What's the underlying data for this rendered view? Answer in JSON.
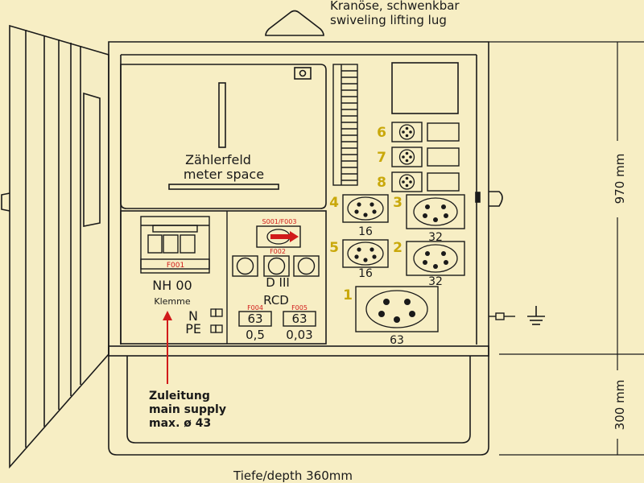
{
  "colors": {
    "background": "#f7eec4",
    "line": "#1a1a1a",
    "accent_red": "#d11a1a",
    "socket_number": "#c9a80a",
    "panel_fill": "#f5edc4"
  },
  "lug": {
    "label_de": "Kranöse, schwenkbar",
    "label_en": "swiveling lifting lug"
  },
  "meter": {
    "label_de": "Zählerfeld",
    "label_en": "meter space"
  },
  "main_fuse": {
    "fuse_code": "F001",
    "name": "NH 00",
    "terminal_label": "Klemme",
    "n_label": "N",
    "pe_label": "PE"
  },
  "switch": {
    "code": "S001/F003"
  },
  "dfuse": {
    "code": "F002",
    "name": "D III"
  },
  "rcd": {
    "label": "RCD",
    "devices": [
      {
        "code": "F004",
        "rating": "63",
        "sensitivity": "0,5"
      },
      {
        "code": "F005",
        "rating": "63",
        "sensitivity": "0,03"
      }
    ]
  },
  "sockets": [
    {
      "number": "1",
      "rating": "63"
    },
    {
      "number": "2",
      "rating": "32"
    },
    {
      "number": "3",
      "rating": "32"
    },
    {
      "number": "4",
      "rating": "16"
    },
    {
      "number": "5",
      "rating": "16"
    },
    {
      "number": "6"
    },
    {
      "number": "7"
    },
    {
      "number": "8"
    }
  ],
  "supply": {
    "line1": "Zuleitung",
    "line2": "main supply",
    "line3": "max. ø 43"
  },
  "dimensions": {
    "height_upper": "970 mm",
    "height_lower": "300 mm",
    "depth": "Tiefe/depth 360mm"
  }
}
